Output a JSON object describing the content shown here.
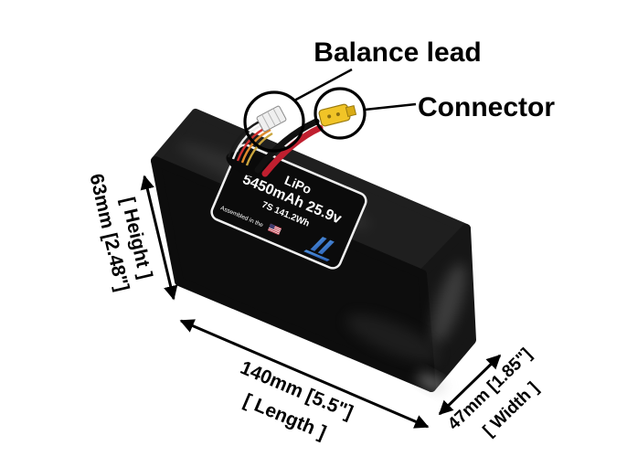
{
  "callouts": {
    "balance_lead": "Balance lead",
    "connector": "Connector"
  },
  "dimensions": {
    "height_value": "63mm [2.48\"]",
    "height_label": "[ Height ]",
    "length_value": "140mm [5.5\"]",
    "length_label": "[ Length ]",
    "width_value": "47mm [1.85\"]",
    "width_label": "[ Width ]"
  },
  "product": {
    "label": {
      "chemistry": "LiPo",
      "capacity_voltage": "5450mAh 25.9v",
      "cells_energy": "7S 141.2Wh",
      "assembled_text": "Assembled in the"
    }
  },
  "colors": {
    "battery_black": "#0d0d0d",
    "connector_yellow": "#f1c427",
    "logo_blue": "#2d6bc9",
    "wire_red": "#c01f2f",
    "annotation_black": "#000000"
  }
}
